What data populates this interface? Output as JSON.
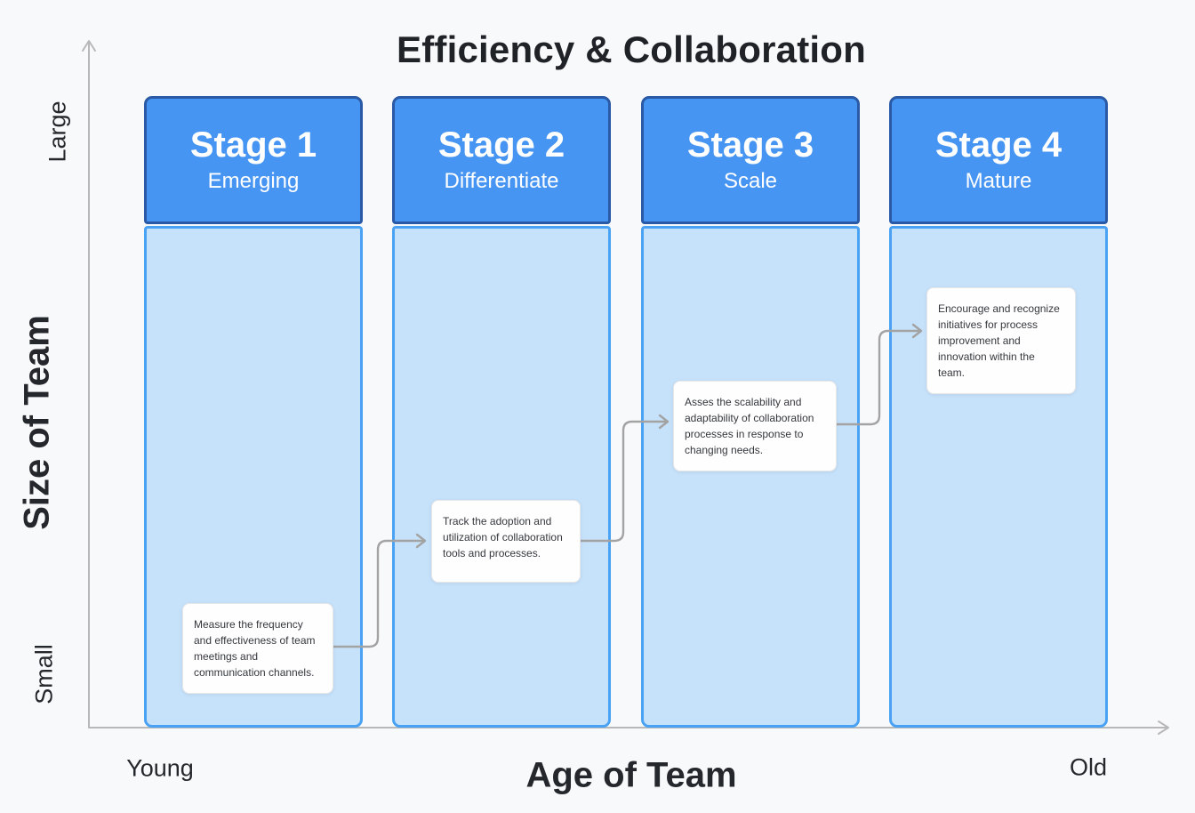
{
  "title": "Efficiency & Collaboration",
  "x_axis": {
    "label": "Age of Team",
    "min_label": "Young",
    "max_label": "Old"
  },
  "y_axis": {
    "label": "Size of Team",
    "min_label": "Small",
    "max_label": "Large"
  },
  "stages": [
    {
      "name": "Stage 1",
      "subtitle": "Emerging",
      "note": "Measure the frequency and effectiveness of team meetings and communication channels."
    },
    {
      "name": "Stage 2",
      "subtitle": "Differentiate",
      "note": "Track the adoption and utilization of collaboration tools and processes."
    },
    {
      "name": "Stage 3",
      "subtitle": "Scale",
      "note": "Asses the scalability and adaptability of collaboration processes in response to changing needs."
    },
    {
      "name": "Stage 4",
      "subtitle": "Mature",
      "note": "Encourage and recognize initiatives for process improvement and innovation within the team."
    }
  ],
  "icons": {
    "x_axis_arrow": "arrow-right",
    "y_axis_arrow": "arrow-up",
    "connector_arrow": "arrow-right"
  },
  "colors": {
    "background": "#f8f9fa",
    "stage_header": "#4795f2",
    "stage_header_border": "#2a59a5",
    "stage_body": "#c6e1fa",
    "stage_body_border": "#4aa2f4",
    "note_background": "#fefefe",
    "connector": "#a3a3a3",
    "axis": "#b8b8b8",
    "title_text": "#1f2226",
    "stage_text": "#ffffff"
  }
}
